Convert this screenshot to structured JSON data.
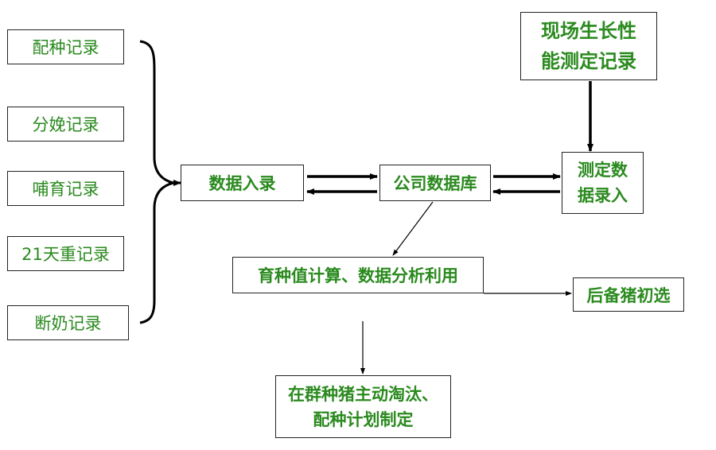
{
  "left_records": [
    "配种记录",
    "分娩记录",
    "哺育记录",
    "21天重记录",
    "断奶记录"
  ],
  "nodes": {
    "data_entry": "数据入录",
    "company_db": "公司数据库",
    "field_measure": [
      "现场生长性",
      "能测定记录"
    ],
    "measure_input": [
      "测定数",
      "据录入"
    ],
    "breeding_calc": "育种值计算、数据分析利用",
    "reserve_select": "后备猪初选",
    "cull_plan": [
      "在群种猪主动淘汰、",
      "配种计划制定"
    ]
  },
  "colors": {
    "text": "#2a8a1e",
    "border": "#222222",
    "line": "#000000"
  }
}
